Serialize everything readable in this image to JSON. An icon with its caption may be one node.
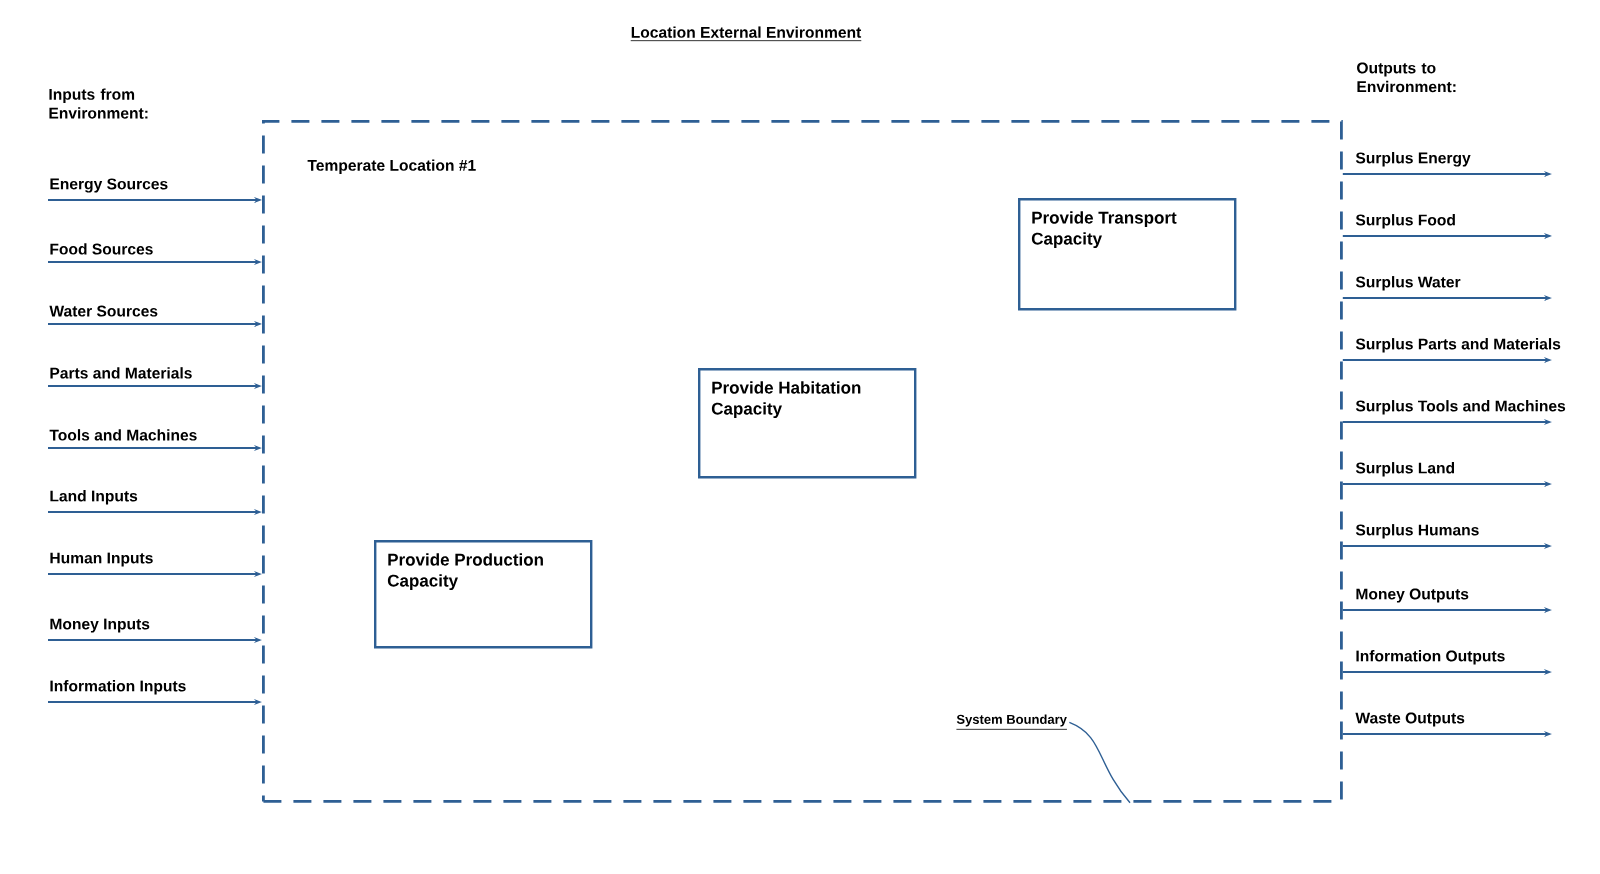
{
  "diagram": {
    "title": "Location External Environment",
    "nodes": [
      {
        "text": [
          "Temperate Location #1"
        ]
      },
      {
        "text": [
          "Provide Transport Capacity"
        ],
        "in": 0
      },
      {
        "text": [
          "Provide Habitation Capacity"
        ],
        "in": 0
      },
      {
        "text": [
          "Provide Production Capacity"
        ],
        "in": 0
      },
      {
        "text": [
          "System Boundary"
        ],
        "in": 0
      }
    ],
    "edges": [
      {
        "from": null,
        "to": 0,
        "arrow": "to",
        "label": "Energy Sources"
      },
      {
        "from": null,
        "to": 0,
        "arrow": "to",
        "label": "Food Sources"
      },
      {
        "from": null,
        "to": 0,
        "arrow": "to",
        "label": "Water Sources"
      },
      {
        "from": null,
        "to": 0,
        "arrow": "to",
        "label": "Parts and Materials"
      },
      {
        "from": null,
        "to": 0,
        "arrow": "to",
        "label": "Tools and Machines"
      },
      {
        "from": null,
        "to": 0,
        "arrow": "to",
        "label": "Land Inputs"
      },
      {
        "from": null,
        "to": 0,
        "arrow": "to",
        "label": "Human Inputs"
      },
      {
        "from": null,
        "to": 0,
        "arrow": "to",
        "label": "Money Inputs"
      },
      {
        "from": null,
        "to": 0,
        "arrow": "to",
        "label": "Information Inputs"
      },
      {
        "from": 0,
        "to": null,
        "arrow": "to",
        "label": "Surplus Energy"
      },
      {
        "from": 0,
        "to": null,
        "arrow": "to",
        "label": "Surplus Food"
      },
      {
        "from": 0,
        "to": null,
        "arrow": "to",
        "label": "Surplus Water"
      },
      {
        "from": 0,
        "to": null,
        "arrow": "to",
        "label": "Surplus Parts and Materials"
      },
      {
        "from": 0,
        "to": null,
        "arrow": "to",
        "label": "Surplus Tools and Machines"
      },
      {
        "from": 0,
        "to": null,
        "arrow": "to",
        "label": "Surplus Land"
      },
      {
        "from": 0,
        "to": null,
        "arrow": "to",
        "label": "Surplus Humans"
      },
      {
        "from": 0,
        "to": null,
        "arrow": "to",
        "label": "Money Outputs"
      },
      {
        "from": 0,
        "to": null,
        "arrow": "to",
        "label": "Information Outputs"
      },
      {
        "from": 0,
        "to": null,
        "arrow": "to",
        "label": "Waste Outputs"
      },
      {
        "from": 4,
        "to": 0,
        "arrow": "none"
      }
    ],
    "labels": [
      "Inputs from Environment:",
      "Outputs to Environment:"
    ]
  }
}
